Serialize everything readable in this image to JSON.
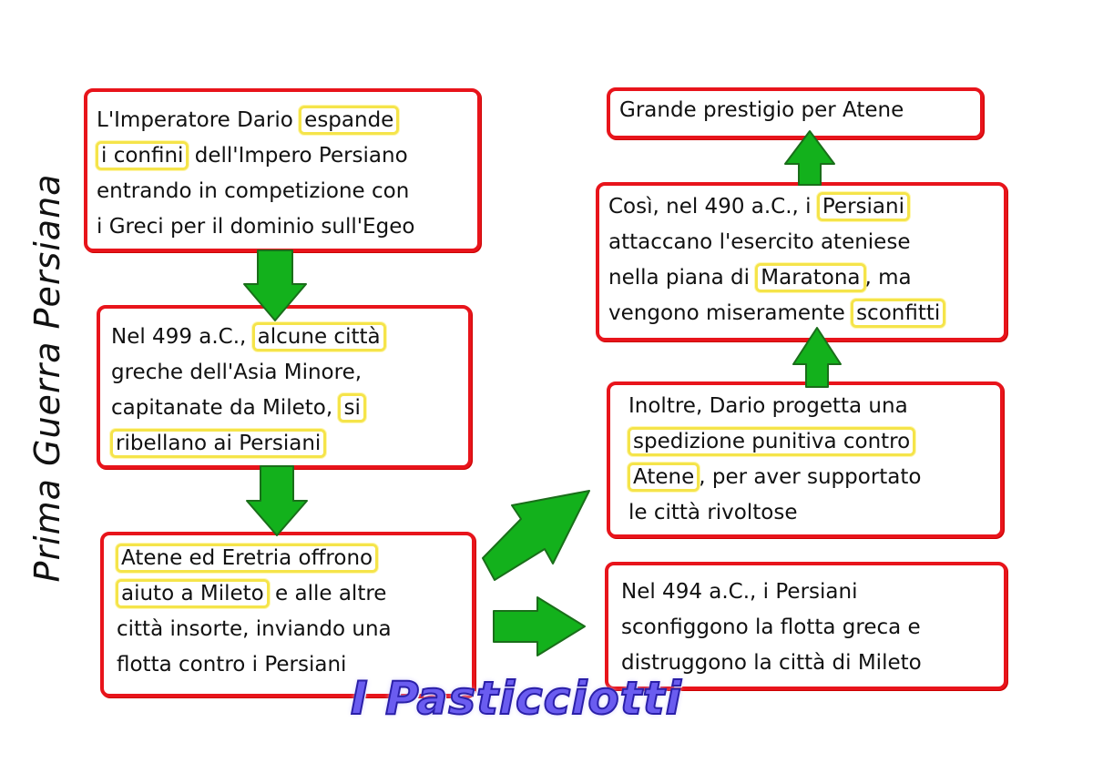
{
  "side_title": "Prima Guerra Persiana",
  "watermark": "I Pasticciotti",
  "colors": {
    "box_border": "#e8141b",
    "highlight": "#f5e44a",
    "arrow": "#13b11c",
    "watermark": "#6a5cf0"
  },
  "boxes": [
    {
      "id": "b1",
      "lines": [
        [
          {
            "t": "L'Imperatore Dario "
          },
          {
            "t": "espande",
            "hl": true
          }
        ],
        [
          {
            "t": "i confini",
            "hl": true
          },
          {
            "t": " dell'Impero Persiano"
          }
        ],
        [
          {
            "t": "entrando in competizione con"
          }
        ],
        [
          {
            "t": "i Greci per il dominio sull'Egeo"
          }
        ]
      ]
    },
    {
      "id": "b2",
      "lines": [
        [
          {
            "t": "Nel 499 a.C., "
          },
          {
            "t": "alcune città",
            "hl": true
          }
        ],
        [
          {
            "t": "greche dell'Asia Minore,"
          }
        ],
        [
          {
            "t": "capitanate da Mileto, "
          },
          {
            "t": "si",
            "hl": true
          }
        ],
        [
          {
            "t": "ribellano ai Persiani",
            "hl": true
          }
        ]
      ]
    },
    {
      "id": "b3",
      "lines": [
        [
          {
            "t": "Atene ed Eretria offrono",
            "hl": true
          }
        ],
        [
          {
            "t": "aiuto a Mileto",
            "hl": true
          },
          {
            "t": " e alle altre"
          }
        ],
        [
          {
            "t": "città insorte, inviando una"
          }
        ],
        [
          {
            "t": "flotta contro i Persiani"
          }
        ]
      ]
    },
    {
      "id": "b4",
      "lines": [
        [
          {
            "t": "Grande prestigio per Atene"
          }
        ]
      ]
    },
    {
      "id": "b5",
      "lines": [
        [
          {
            "t": "Così, nel 490 a.C., i "
          },
          {
            "t": "Persiani",
            "hl": true
          }
        ],
        [
          {
            "t": "attaccano l'esercito ateniese"
          }
        ],
        [
          {
            "t": "nella piana di "
          },
          {
            "t": "Maratona",
            "hl": true
          },
          {
            "t": ", ma"
          }
        ],
        [
          {
            "t": "vengono miseramente "
          },
          {
            "t": "sconfitti",
            "hl": true
          }
        ]
      ]
    },
    {
      "id": "b6",
      "lines": [
        [
          {
            "t": "Inoltre, Dario progetta una"
          }
        ],
        [
          {
            "t": "spedizione punitiva contro",
            "hl": true
          }
        ],
        [
          {
            "t": "Atene",
            "hl": true
          },
          {
            "t": ", per aver supportato"
          }
        ],
        [
          {
            "t": "le città rivoltose"
          }
        ]
      ]
    },
    {
      "id": "b7",
      "lines": [
        [
          {
            "t": "Nel 494 a.C., i Persiani"
          }
        ],
        [
          {
            "t": "sconfiggono la flotta greca e"
          }
        ],
        [
          {
            "t": "distruggono la città di Mileto"
          }
        ]
      ]
    }
  ]
}
